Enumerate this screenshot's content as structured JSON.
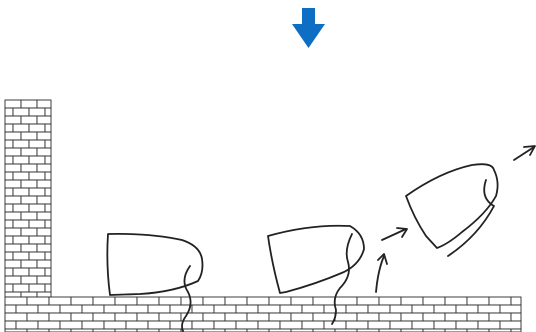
{
  "colors": {
    "background": "#ffffff",
    "indicator_arrow": "#0d6ec4",
    "line_ink": "#222222",
    "brick_line": "#2a2a2a"
  },
  "icons": {
    "indicator": "down-arrow-icon",
    "motion": "motion-arrow-icon"
  },
  "figure": {
    "stages": [
      "resting",
      "tipping",
      "airborne"
    ],
    "text_labels": []
  }
}
